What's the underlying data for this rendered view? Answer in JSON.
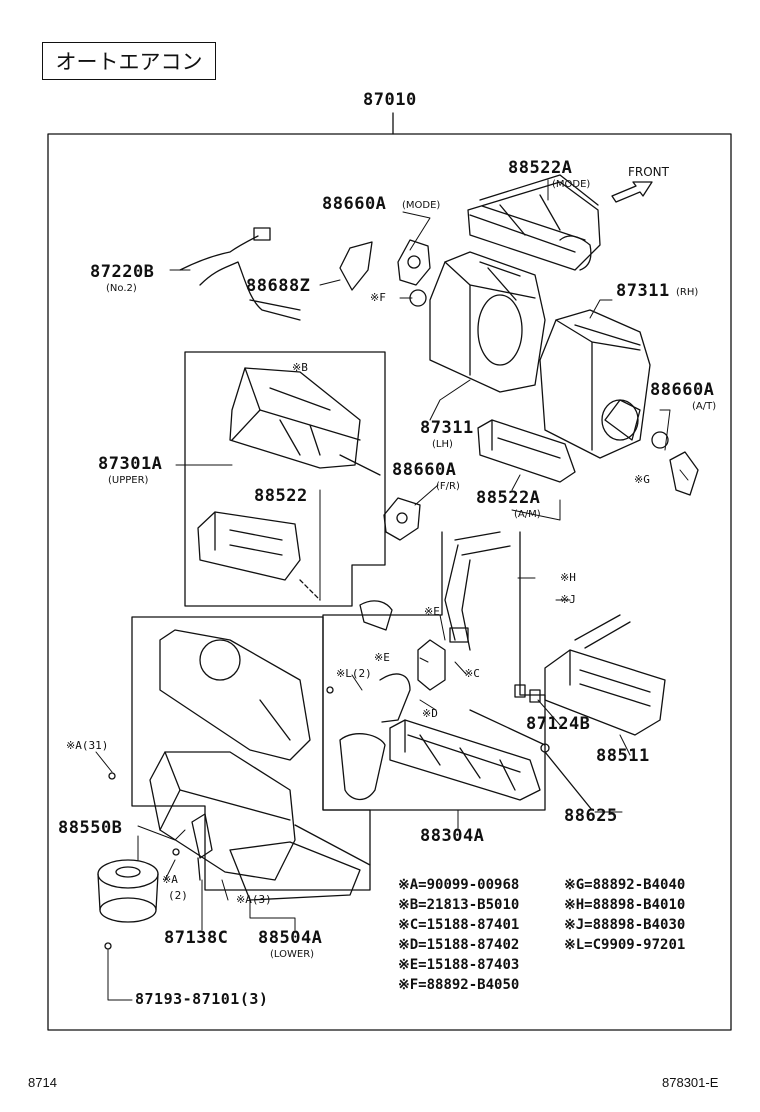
{
  "title": "オートエアコン",
  "assembly_number": "87010",
  "front_label": "FRONT",
  "parts": {
    "p88522A_mode": {
      "number": "88522A",
      "note": "(MODE)"
    },
    "p88660A_mode": {
      "number": "88660A",
      "note": "(MODE)"
    },
    "p87220B": {
      "number": "87220B",
      "note": "(No.2)"
    },
    "p88688Z": {
      "number": "88688Z"
    },
    "p87311_rh": {
      "number": "87311",
      "note": "(RH)"
    },
    "p87311_lh": {
      "number": "87311",
      "note": "(LH)"
    },
    "p88660A_at": {
      "number": "88660A",
      "note": "(A/T)"
    },
    "p87301A": {
      "number": "87301A",
      "note": "(UPPER)"
    },
    "p88522": {
      "number": "88522"
    },
    "p88660A_fr": {
      "number": "88660A",
      "note": "(F/R)"
    },
    "p88522A_am": {
      "number": "88522A",
      "note": "(A/M)"
    },
    "p87124B": {
      "number": "87124B"
    },
    "p88511": {
      "number": "88511"
    },
    "p88625": {
      "number": "88625"
    },
    "p88304A": {
      "number": "88304A"
    },
    "p88550B": {
      "number": "88550B"
    },
    "p87138C": {
      "number": "87138C"
    },
    "p88504A": {
      "number": "88504A",
      "note": "(LOWER)"
    },
    "p87193": {
      "number": "87193-87101(3)"
    }
  },
  "refs": {
    "B": "※B",
    "F": "※F",
    "G": "※G",
    "H": "※H",
    "J": "※J",
    "E1": "※E",
    "E2": "※E",
    "C": "※C",
    "L2": "※L(2)",
    "D": "※D",
    "A31": "※A(31)",
    "A2a": "※A",
    "A2b": "(2)",
    "A3": "※A(3)"
  },
  "legend_left": [
    "※A=90099-00968",
    "※B=21813-B5010",
    "※C=15188-87401",
    "※D=15188-87402",
    "※E=15188-87403",
    "※F=88892-B4050"
  ],
  "legend_right": [
    "※G=88892-B4040",
    "※H=88898-B4010",
    "※J=88898-B4030",
    "※L=C9909-97201"
  ],
  "footer_left": "8714",
  "footer_right": "878301-E"
}
